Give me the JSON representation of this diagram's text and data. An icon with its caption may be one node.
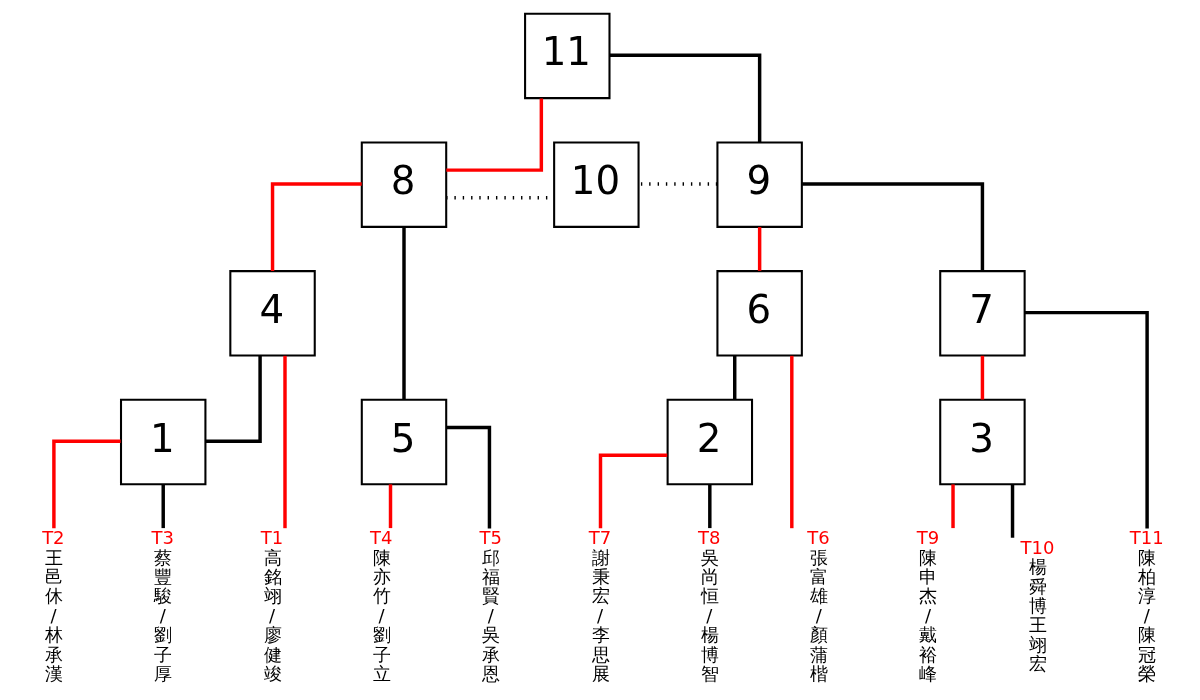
{
  "diagram": {
    "nodes": [
      {
        "text": [
          "11"
        ]
      },
      {
        "text": [
          "8"
        ]
      },
      {
        "text": [
          "10"
        ]
      },
      {
        "text": [
          "9"
        ]
      },
      {
        "text": [
          "4"
        ]
      },
      {
        "text": [
          "5"
        ]
      },
      {
        "text": [
          "6"
        ]
      },
      {
        "text": [
          "7"
        ]
      },
      {
        "text": [
          "1"
        ]
      },
      {
        "text": [
          "2"
        ]
      },
      {
        "text": [
          "3"
        ]
      },
      {
        "text": [
          "T1",
          "高銘翊/廖健竣"
        ]
      },
      {
        "text": [
          "T2",
          "王邑休/林承漢"
        ]
      },
      {
        "text": [
          "T3",
          "蔡豐駿/劉子厚"
        ]
      },
      {
        "text": [
          "T4",
          "陳亦竹/劉子立"
        ]
      },
      {
        "text": [
          "T5",
          "邱福賢/吳承恩"
        ]
      },
      {
        "text": [
          "T6",
          "張富雄/顏蒲楷"
        ]
      },
      {
        "text": [
          "T7",
          "謝秉宏/李思展"
        ]
      },
      {
        "text": [
          "T8",
          "吳尚恒/楊博智"
        ]
      },
      {
        "text": [
          "T9",
          "陳申杰/戴裕峰"
        ]
      },
      {
        "text": [
          "T10",
          "楊舜博王翊宏"
        ]
      },
      {
        "text": [
          "T11",
          "陳柏淳/陳冠榮"
        ]
      }
    ],
    "edges": [
      {
        "from": 11,
        "to": 4,
        "arrow": "none",
        "color": "#ff0000"
      },
      {
        "from": 8,
        "to": 4,
        "arrow": "none"
      },
      {
        "from": 12,
        "to": 8,
        "arrow": "none",
        "color": "#ff0000"
      },
      {
        "from": 13,
        "to": 8,
        "arrow": "none"
      },
      {
        "from": 14,
        "to": 5,
        "arrow": "none",
        "color": "#ff0000"
      },
      {
        "from": 15,
        "to": 5,
        "arrow": "none"
      },
      {
        "from": 16,
        "to": 6,
        "arrow": "none",
        "color": "#ff0000"
      },
      {
        "from": 9,
        "to": 6,
        "arrow": "none"
      },
      {
        "from": 17,
        "to": 9,
        "arrow": "none",
        "color": "#ff0000"
      },
      {
        "from": 18,
        "to": 9,
        "arrow": "none"
      },
      {
        "from": 10,
        "to": 7,
        "arrow": "none",
        "color": "#ff0000"
      },
      {
        "from": 21,
        "to": 7,
        "arrow": "none"
      },
      {
        "from": 19,
        "to": 10,
        "arrow": "none",
        "color": "#ff0000"
      },
      {
        "from": 20,
        "to": 10,
        "arrow": "none"
      },
      {
        "from": 4,
        "to": 1,
        "arrow": "none",
        "color": "#ff0000"
      },
      {
        "from": 5,
        "to": 1,
        "arrow": "none"
      },
      {
        "from": 6,
        "to": 3,
        "arrow": "none",
        "color": "#ff0000"
      },
      {
        "from": 7,
        "to": 3,
        "arrow": "none"
      },
      {
        "from": 1,
        "to": 0,
        "arrow": "none",
        "color": "#ff0000"
      },
      {
        "from": 3,
        "to": 0,
        "arrow": "none"
      },
      {
        "from": 1,
        "to": 2,
        "arrow": "none",
        "style": "dashed"
      },
      {
        "from": 3,
        "to": 2,
        "arrow": "none",
        "style": "dashed"
      }
    ]
  }
}
